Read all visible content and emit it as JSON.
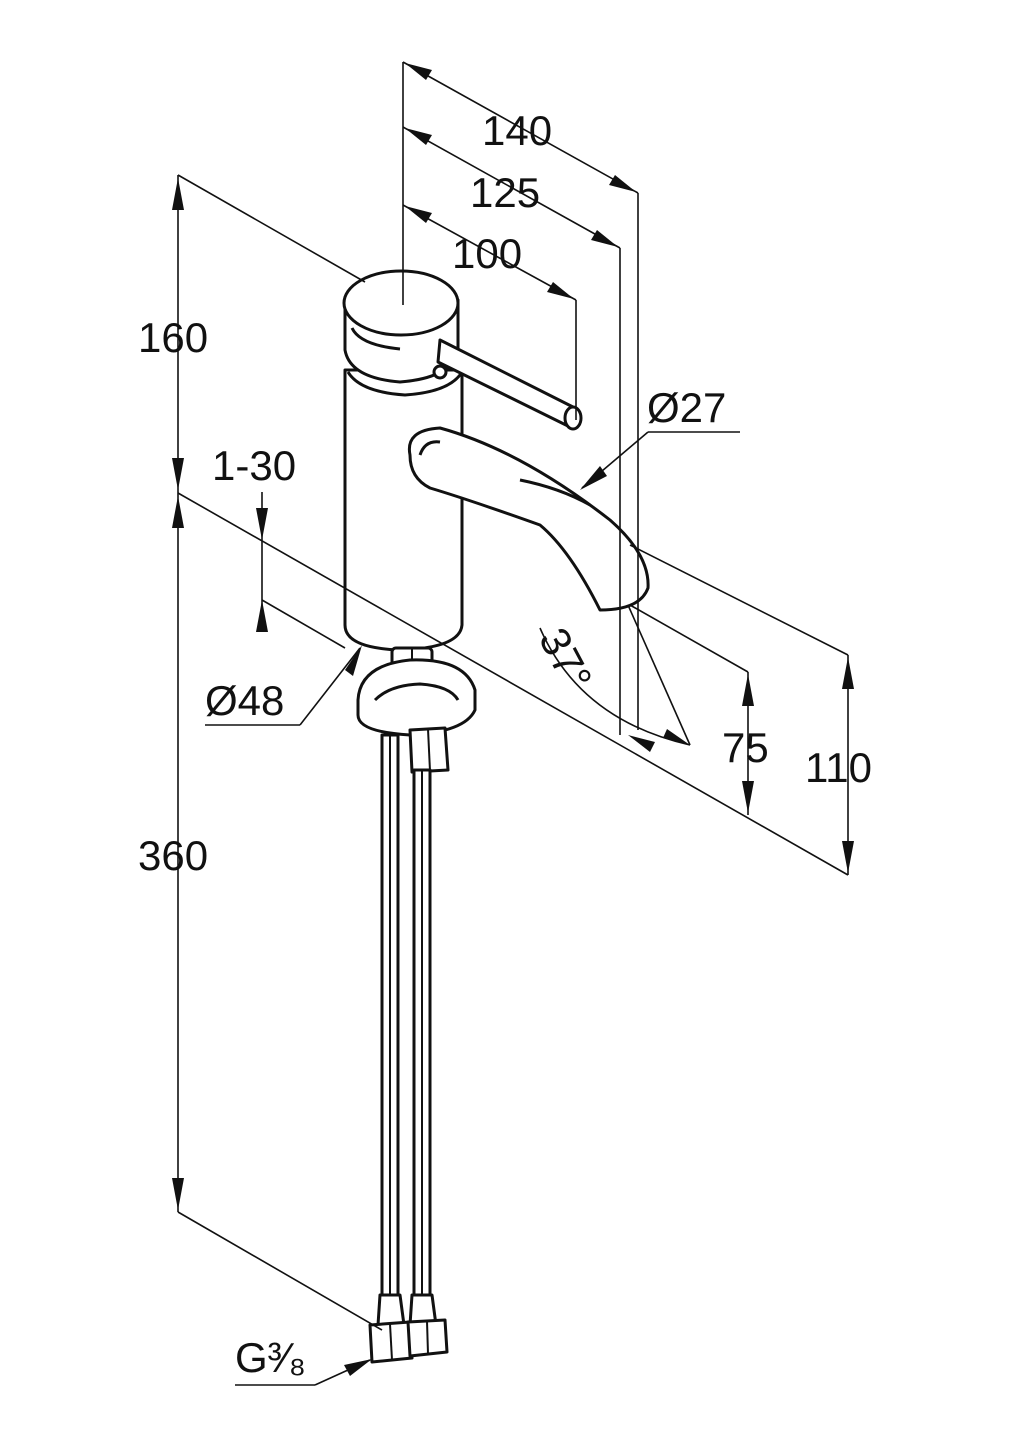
{
  "labels": {
    "dim_140": "140",
    "dim_125": "125",
    "dim_100": "100",
    "dim_160": "160",
    "dim_1_30": "1-30",
    "dim_d27": "Ø27",
    "dim_d48": "Ø48",
    "dim_37deg": "37°",
    "dim_75": "75",
    "dim_110": "110",
    "dim_360": "360",
    "thread": "G³⁄₈"
  }
}
